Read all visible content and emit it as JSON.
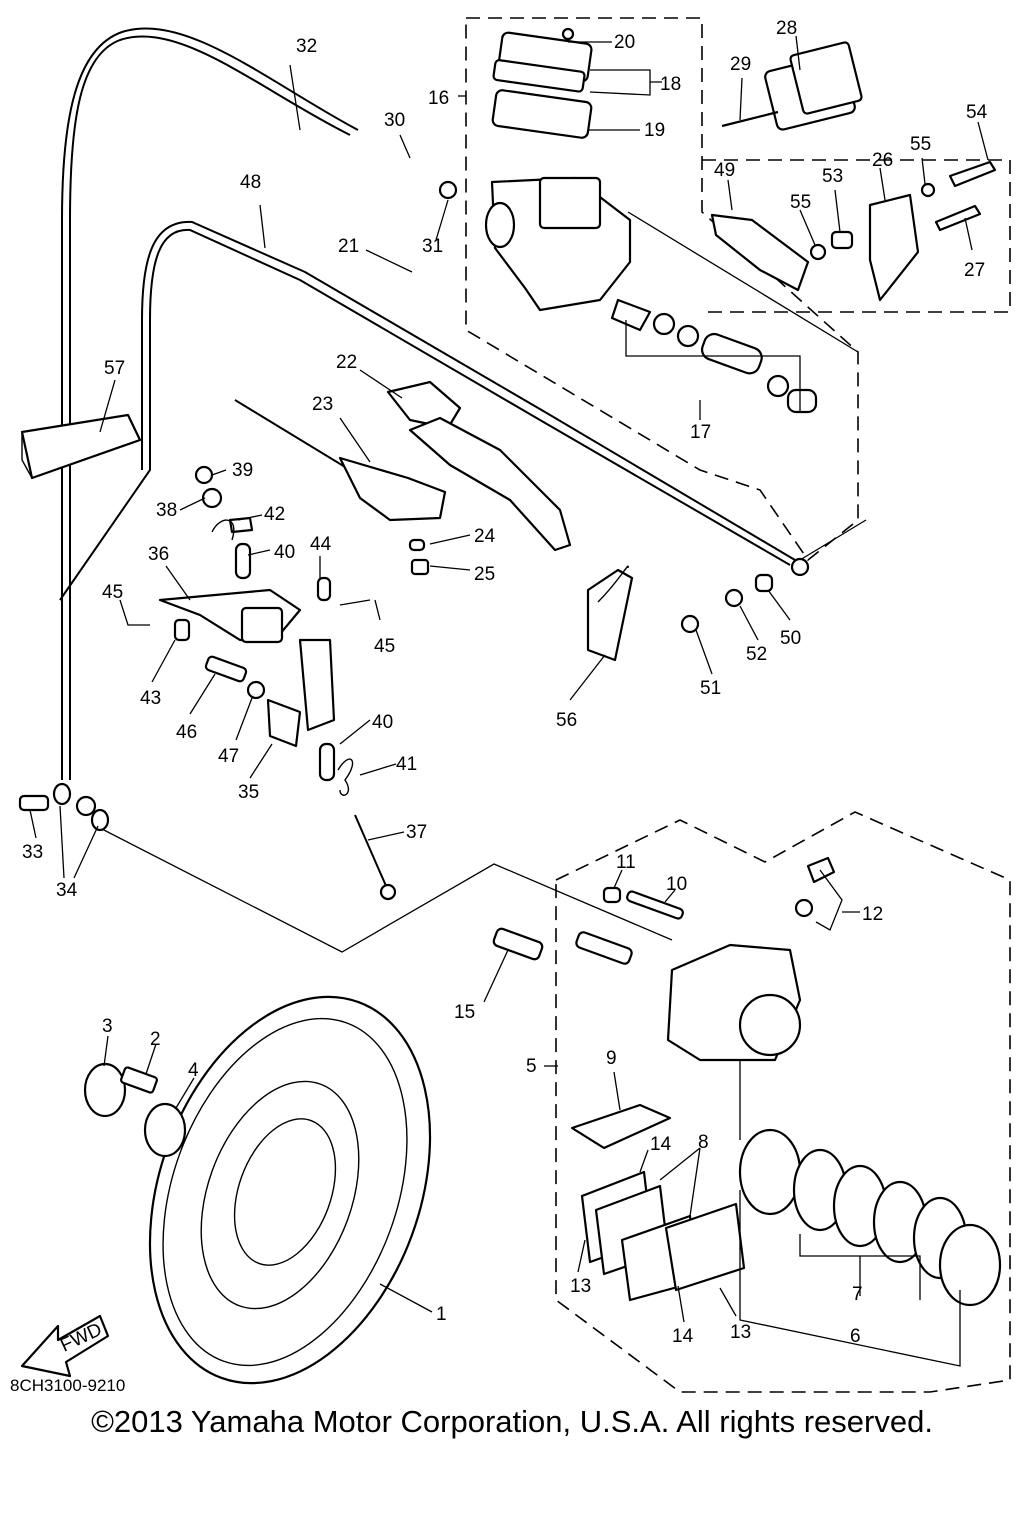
{
  "callouts": [
    "1",
    "2",
    "3",
    "4",
    "5",
    "6",
    "7",
    "8",
    "9",
    "10",
    "11",
    "12",
    "13",
    "13",
    "14",
    "14",
    "15",
    "16",
    "17",
    "18",
    "19",
    "20",
    "21",
    "22",
    "23",
    "24",
    "25",
    "26",
    "27",
    "28",
    "29",
    "30",
    "31",
    "32",
    "33",
    "34",
    "35",
    "36",
    "37",
    "38",
    "39",
    "40",
    "40",
    "41",
    "42",
    "43",
    "44",
    "45",
    "45",
    "46",
    "47",
    "48",
    "49",
    "50",
    "51",
    "52",
    "53",
    "54",
    "55",
    "55",
    "56",
    "57"
  ],
  "fwd_label": "FWD",
  "diagram_code": "8CH3100-9210",
  "copyright": "©2013 Yamaha Motor Corporation, U.S.A. All rights reserved."
}
